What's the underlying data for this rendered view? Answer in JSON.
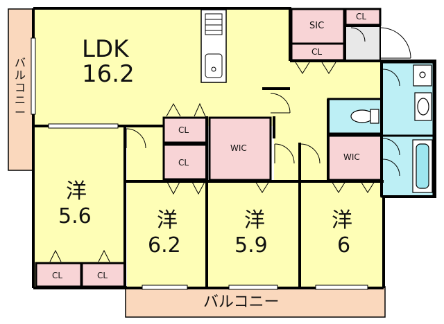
{
  "colors": {
    "room": "#fefeb6",
    "storage": "#f8d4d6",
    "balcony": "#fad8bd",
    "water": "#bdeff5",
    "wall": "#000000"
  },
  "rooms": {
    "ldk": {
      "name": "LDK",
      "size": "16.2"
    },
    "room1": {
      "name": "洋",
      "size": "5.6"
    },
    "room2": {
      "name": "洋",
      "size": "6.2"
    },
    "room3": {
      "name": "洋",
      "size": "5.9"
    },
    "room4": {
      "name": "洋",
      "size": "6"
    }
  },
  "storage": {
    "sic": "SIC",
    "cl": "CL",
    "wic": "WIC"
  },
  "balcony": {
    "label": "バルコニー"
  }
}
